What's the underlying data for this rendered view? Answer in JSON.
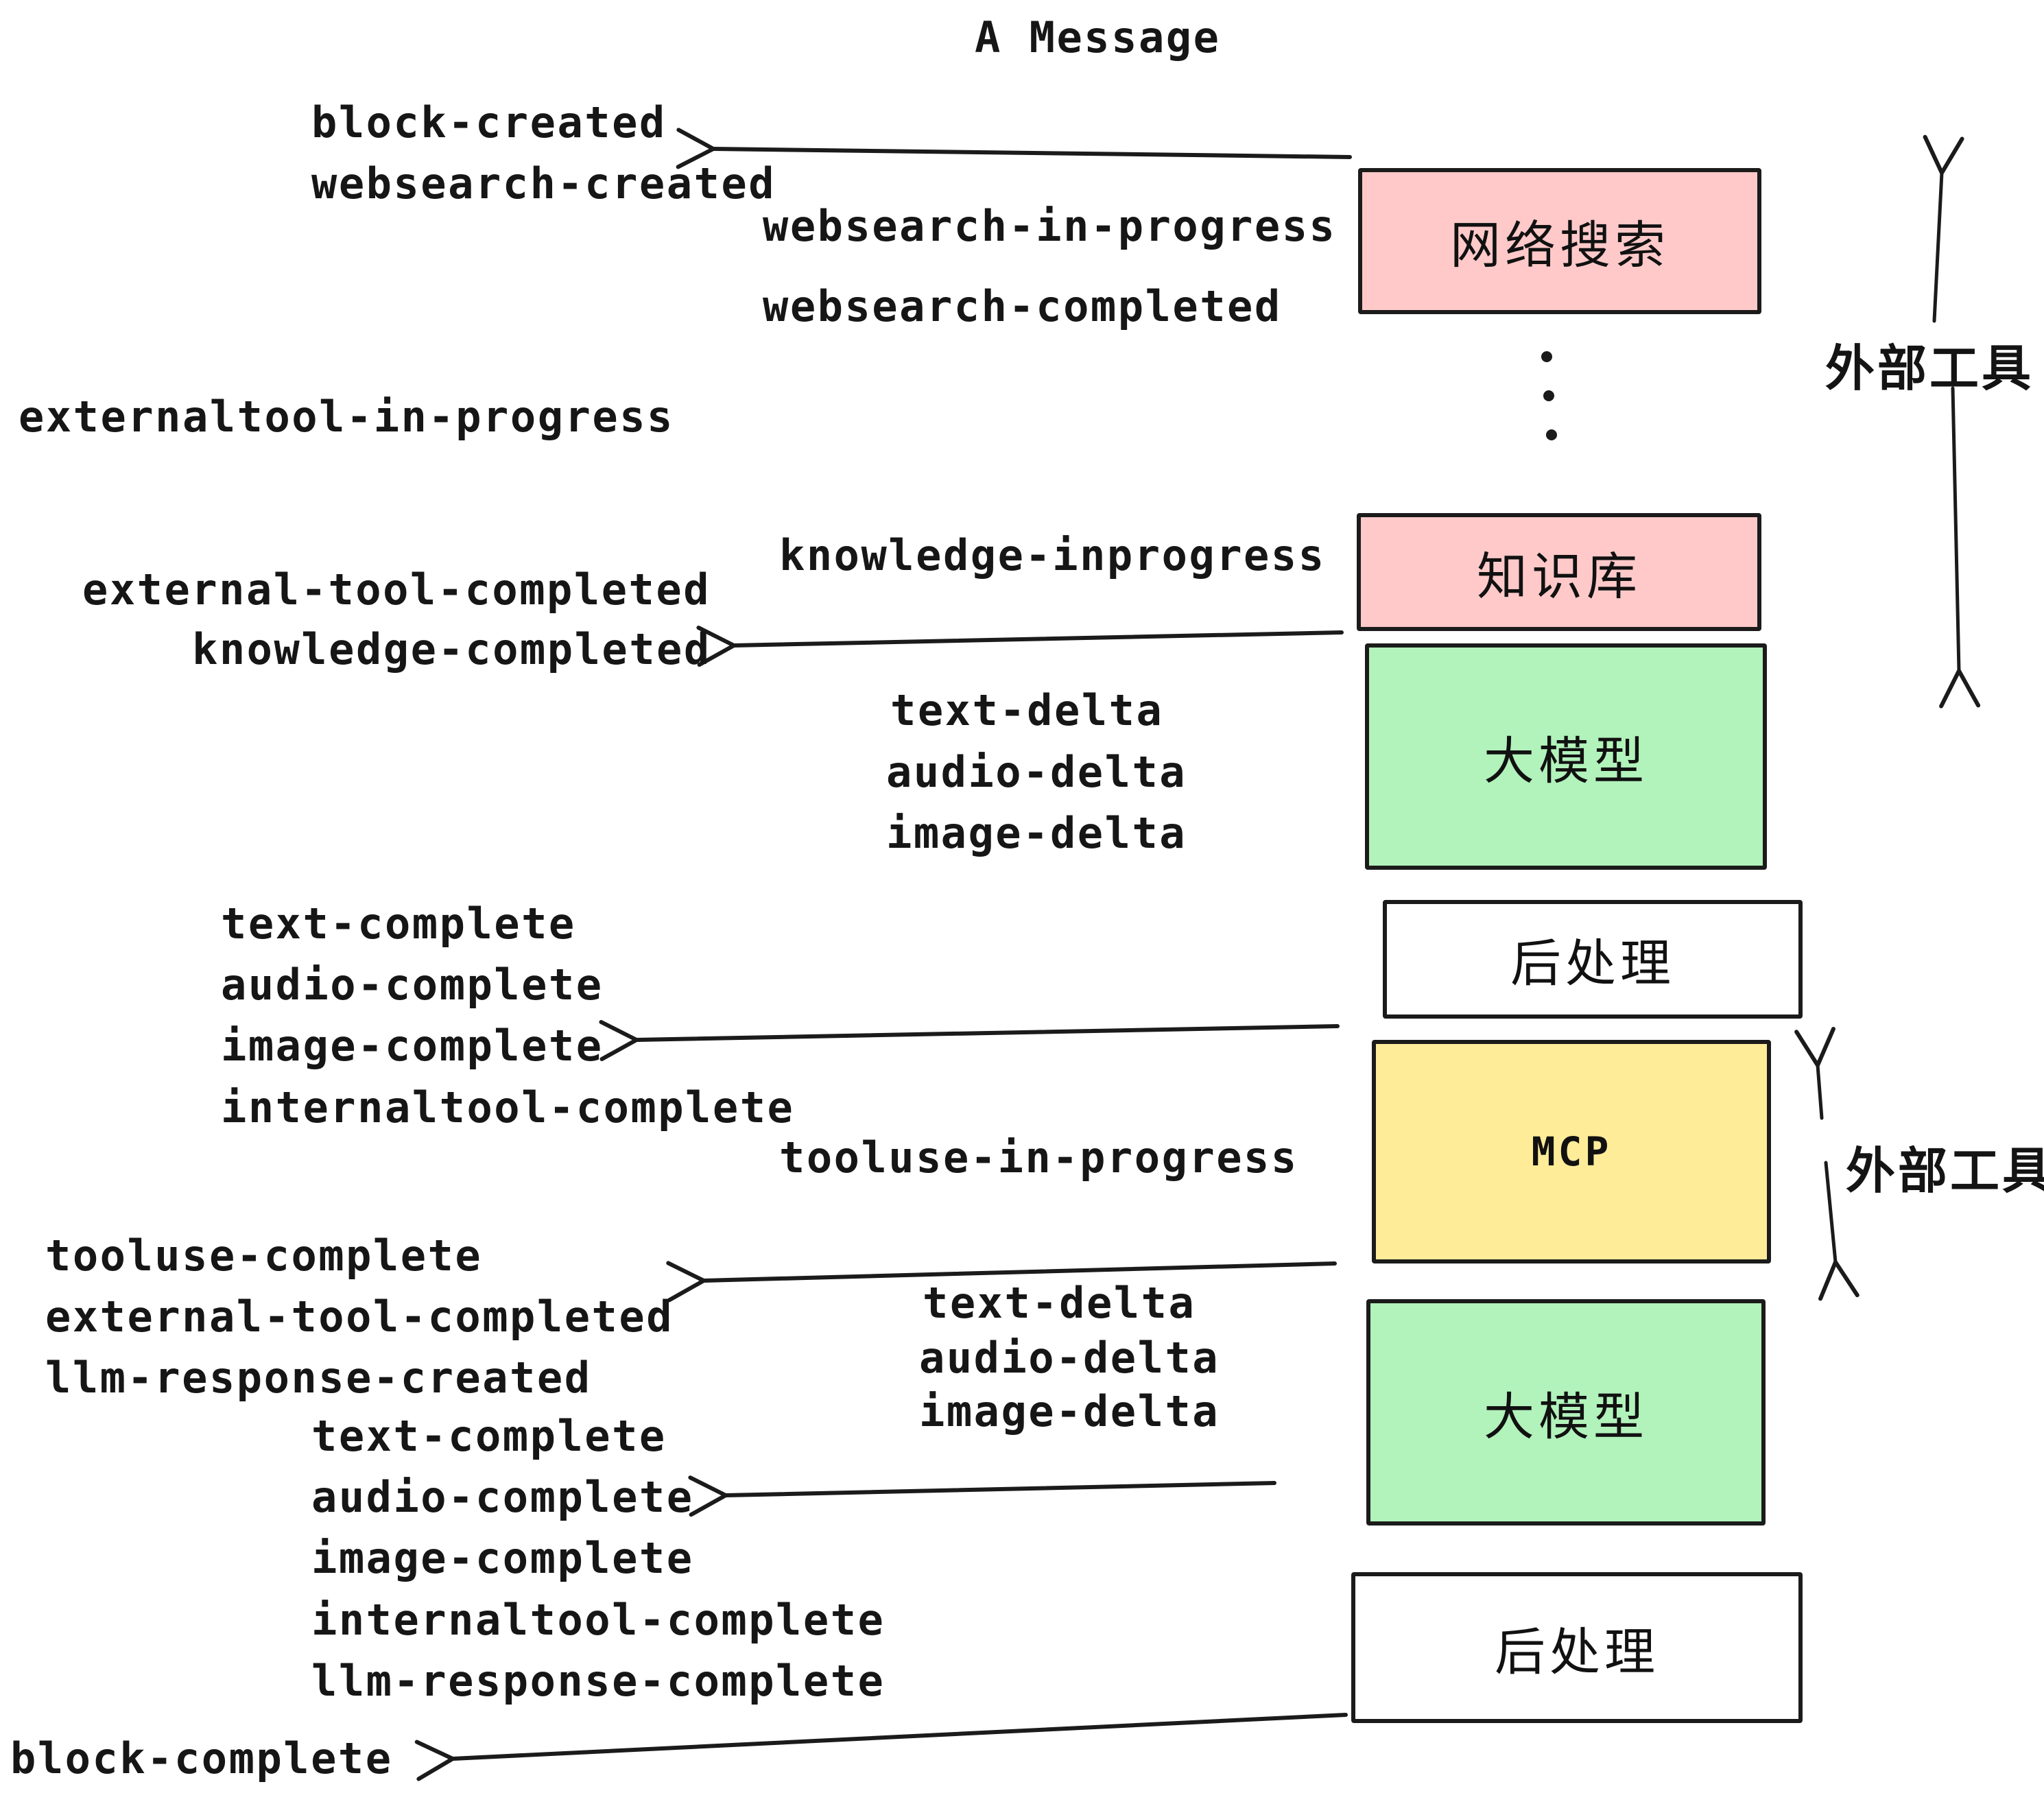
{
  "title": "A Message",
  "palette": {
    "box_pink": "#ffc9c9",
    "box_green": "#b2f2bb",
    "box_yellow": "#ffec99",
    "box_white": "#ffffff",
    "stroke": "#1b1b1b",
    "text": "#161616",
    "background": "#ffffff"
  },
  "boxes": {
    "websearch": "网络搜索",
    "knowledge": "知识库",
    "llm_top": "大模型",
    "post_top": "后处理",
    "mcp": "MCP",
    "llm_bottom": "大模型",
    "post_bottom": "后处理"
  },
  "side_annotations": {
    "external_tools_top": "外部工具",
    "external_tools_bottom": "外部工具"
  },
  "events": {
    "block_created": "block-created",
    "websearch_created": "websearch-created",
    "websearch_in_progress": "websearch-in-progress",
    "websearch_completed": "websearch-completed",
    "externaltool_in_progress": "externaltool-in-progress",
    "knowledge_inprogress": "knowledge-inprogress",
    "external_tool_completed": "external-tool-completed",
    "knowledge_completed": "knowledge-completed",
    "text_delta_1": "text-delta",
    "audio_delta_1": "audio-delta",
    "image_delta_1": "image-delta",
    "text_complete_1": "text-complete",
    "audio_complete_1": "audio-complete",
    "image_complete_1": "image-complete",
    "internaltool_complete_1": "internaltool-complete",
    "tooluse_in_progress": "tooluse-in-progress",
    "tooluse_complete": "tooluse-complete",
    "external_tool_completed_2": "external-tool-completed",
    "llm_response_created": "llm-response-created",
    "text_delta_2": "text-delta",
    "audio_delta_2": "audio-delta",
    "image_delta_2": "image-delta",
    "text_complete_2": "text-complete",
    "audio_complete_2": "audio-complete",
    "image_complete_2": "image-complete",
    "internaltool_complete_2": "internaltool-complete",
    "llm_response_complete": "llm-response-complete",
    "block_complete": "block-complete"
  }
}
